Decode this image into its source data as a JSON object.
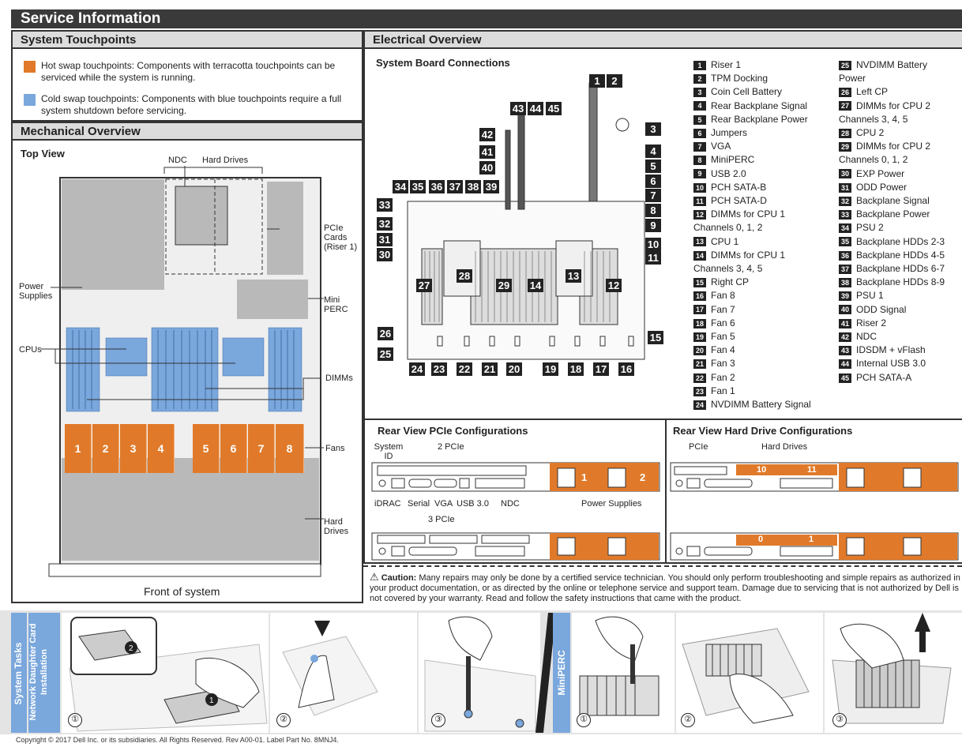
{
  "header": {
    "title": "Service Information"
  },
  "touchpoints": {
    "title": "System Touchpoints",
    "hot": "Hot swap touchpoints: Components with terracotta touchpoints can be serviced while the system is running.",
    "cold": "Cold swap touchpoints: Components with blue touchpoints require a full system shutdown before servicing.",
    "colors": {
      "hot": "#e07a2a",
      "cold": "#7aa7dc"
    }
  },
  "mechanical": {
    "title": "Mechanical Overview",
    "subtitle": "Top View",
    "labels": {
      "ndc": "NDC",
      "hard_drives_top": "Hard Drives",
      "pcie": "PCIe Cards (Riser 1)",
      "power": "Power Supplies",
      "mini_perc": "Mini PERC",
      "cpus": "CPUs",
      "dimms": "DIMMs",
      "fans": "Fans",
      "hard_drives": "Hard Drives",
      "front": "Front of system"
    },
    "fans": [
      "1",
      "2",
      "3",
      "4",
      "5",
      "6",
      "7",
      "8"
    ]
  },
  "electrical": {
    "title": "Electrical Overview",
    "subtitle": "System Board Connections",
    "legend_left": [
      {
        "n": "1",
        "t": "Riser 1"
      },
      {
        "n": "2",
        "t": "TPM Docking"
      },
      {
        "n": "3",
        "t": "Coin Cell Battery"
      },
      {
        "n": "4",
        "t": "Rear Backplane Signal"
      },
      {
        "n": "5",
        "t": "Rear Backplane Power"
      },
      {
        "n": "6",
        "t": "Jumpers"
      },
      {
        "n": "7",
        "t": "VGA"
      },
      {
        "n": "8",
        "t": "MiniPERC"
      },
      {
        "n": "9",
        "t": "USB 2.0"
      },
      {
        "n": "10",
        "t": "PCH SATA-B"
      },
      {
        "n": "11",
        "t": "PCH SATA-D"
      },
      {
        "n": "12",
        "t": "DIMMs for CPU 1",
        "t2": "Channels 0, 1, 2"
      },
      {
        "n": "13",
        "t": "CPU 1"
      },
      {
        "n": "14",
        "t": "DIMMs for CPU 1",
        "t2": "Channels 3, 4, 5"
      },
      {
        "n": "15",
        "t": "Right CP"
      },
      {
        "n": "16",
        "t": "Fan 8"
      },
      {
        "n": "17",
        "t": "Fan 7"
      },
      {
        "n": "18",
        "t": "Fan 6"
      },
      {
        "n": "19",
        "t": "Fan 5"
      },
      {
        "n": "20",
        "t": "Fan 4"
      },
      {
        "n": "21",
        "t": "Fan 3"
      },
      {
        "n": "22",
        "t": "Fan 2"
      },
      {
        "n": "23",
        "t": "Fan 1"
      },
      {
        "n": "24",
        "t": "NVDIMM Battery Signal"
      }
    ],
    "legend_right": [
      {
        "n": "25",
        "t": "NVDIMM Battery",
        "t2": "Power"
      },
      {
        "n": "26",
        "t": "Left CP"
      },
      {
        "n": "27",
        "t": "DIMMs for CPU 2",
        "t2": "Channels 3, 4, 5"
      },
      {
        "n": "28",
        "t": "CPU 2"
      },
      {
        "n": "29",
        "t": "DIMMs for CPU 2",
        "t2": "Channels 0, 1, 2"
      },
      {
        "n": "30",
        "t": "EXP Power"
      },
      {
        "n": "31",
        "t": "ODD Power"
      },
      {
        "n": "32",
        "t": "Backplane Signal"
      },
      {
        "n": "33",
        "t": "Backplane Power"
      },
      {
        "n": "34",
        "t": "PSU 2"
      },
      {
        "n": "35",
        "t": "Backplane HDDs 2-3"
      },
      {
        "n": "36",
        "t": "Backplane HDDs 4-5"
      },
      {
        "n": "37",
        "t": "Backplane HDDs 6-7"
      },
      {
        "n": "38",
        "t": "Backplane HDDs 8-9"
      },
      {
        "n": "39",
        "t": "PSU 1"
      },
      {
        "n": "40",
        "t": "ODD Signal"
      },
      {
        "n": "41",
        "t": "Riser 2"
      },
      {
        "n": "42",
        "t": "NDC"
      },
      {
        "n": "43",
        "t": "IDSDM + vFlash"
      },
      {
        "n": "44",
        "t": "Internal USB 3.0"
      },
      {
        "n": "45",
        "t": "PCH SATA-A"
      }
    ]
  },
  "rear_pcie": {
    "title": "Rear View PCIe Configurations",
    "system_id": "System ID",
    "two_pcie": "2 PCIe",
    "three_pcie": "3 PCIe",
    "ports": {
      "idrac": "iDRAC",
      "serial": "Serial",
      "vga": "VGA",
      "usb": "USB 3.0",
      "ndc": "NDC"
    },
    "power_supplies": "Power Supplies",
    "psu1": "1",
    "psu2": "2"
  },
  "rear_hdd": {
    "title": "Rear View Hard Drive Configurations",
    "pcie": "PCIe",
    "hard_drives": "Hard Drives",
    "bays_top": [
      "10",
      "11"
    ],
    "bays_bottom": [
      "0",
      "1"
    ]
  },
  "caution": {
    "label": "Caution:",
    "text": "Many repairs may only be done by a certified service technician. You should only perform troubleshooting and simple repairs as authorized in your product documentation, or as directed by the online or telephone service and support team. Damage due to servicing that is not authorized by Dell is not covered by your warranty. Read and follow the safety instructions that came with the product."
  },
  "tasks": {
    "system_tasks": "System Tasks",
    "ndc_install": "Network Daughter Card Installation",
    "miniperc": "MiniPERC",
    "steps": [
      "①",
      "②",
      "③"
    ]
  },
  "footer": {
    "copyright": "Copyright © 2017 Dell Inc. or its subsidiaries. All Rights Reserved. Rev A00-01. Label Part No. 8MNJ4."
  }
}
